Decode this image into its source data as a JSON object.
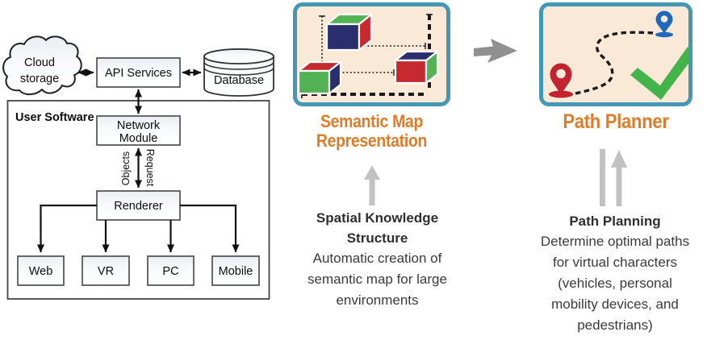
{
  "colors": {
    "panel_border": "#4497B5",
    "panel_bg": "#FBE9D8",
    "title_orange": "#E07B28",
    "cube_navy": "#2B2E6E",
    "cube_red": "#C52A2E",
    "cube_green": "#52B254",
    "pin_red": "#C2232E",
    "pin_blue": "#1E68BE",
    "check_green": "#42B44A",
    "flow_arrow_gray": "#909090",
    "small_arrow_gray": "#C2C2C2",
    "diagram_line": "#1a1a1a"
  },
  "left_diagram": {
    "cloud_line1": "Cloud",
    "cloud_line2": "storage",
    "api_services": "API Services",
    "database": "Database",
    "user_software": "User Software",
    "network_line1": "Network",
    "network_line2": "Module",
    "objects_label": "Objects",
    "request_label": "Request",
    "renderer": "Renderer",
    "device_web": "Web",
    "device_vr": "VR",
    "device_pc": "PC",
    "device_mobile": "Mobile"
  },
  "semantic_map": {
    "title_line1": "Semantic Map",
    "title_line2": "Representation",
    "heading": "Spatial Knowledge Structure",
    "description": "Automatic creation of semantic map for large environments"
  },
  "path_planner": {
    "title": "Path Planner",
    "heading": "Path Planning",
    "description": "Determine optimal paths for virtual characters (vehicles, personal mobility devices, and pedestrians)"
  }
}
